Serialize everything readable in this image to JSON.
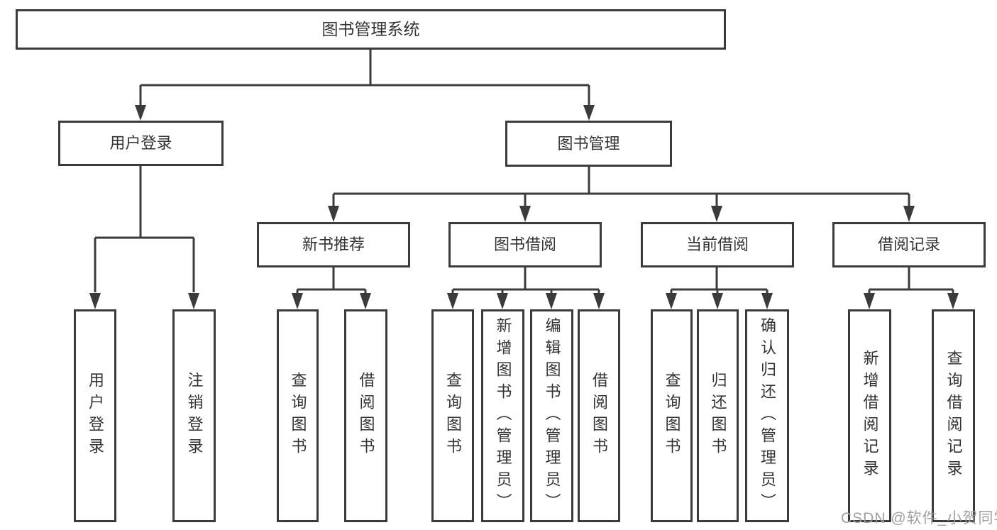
{
  "diagram": {
    "colors": {
      "line": "#3b3b3b",
      "text": "#333333",
      "box_background": "#ffffff",
      "watermark": "#a0a0a0"
    },
    "watermark": "CSDN @软件_小贺同学",
    "nodes": {
      "root": {
        "label": "图书管理系统"
      },
      "user_login": {
        "label": "用户登录",
        "parent": "图书管理系统"
      },
      "book_management": {
        "label": "图书管理",
        "parent": "图书管理系统"
      },
      "new_book_recommend": {
        "label": "新书推荐",
        "parent": "图书管理"
      },
      "book_borrowing": {
        "label": "图书借阅",
        "parent": "图书管理"
      },
      "current_borrowing": {
        "label": "当前借阅",
        "parent": "图书管理"
      },
      "borrow_records": {
        "label": "借阅记录",
        "parent": "图书管理"
      }
    },
    "leaves": [
      {
        "label": "用户登录",
        "parent": "用户登录"
      },
      {
        "label": "注销登录",
        "parent": "用户登录"
      },
      {
        "label": "查询图书",
        "parent": "新书推荐"
      },
      {
        "label": "借阅图书",
        "parent": "新书推荐"
      },
      {
        "label": "查询图书",
        "parent": "图书借阅"
      },
      {
        "label": "新增图书（管理员）",
        "parent": "图书借阅"
      },
      {
        "label": "编辑图书（管理员）",
        "parent": "图书借阅"
      },
      {
        "label": "借阅图书",
        "parent": "图书借阅"
      },
      {
        "label": "查询图书",
        "parent": "当前借阅"
      },
      {
        "label": "归还图书",
        "parent": "当前借阅"
      },
      {
        "label": "确认归还（管理员）",
        "parent": "当前借阅"
      },
      {
        "label": "新增借阅记录",
        "parent": "借阅记录"
      },
      {
        "label": "查询借阅记录",
        "parent": "借阅记录"
      }
    ]
  }
}
